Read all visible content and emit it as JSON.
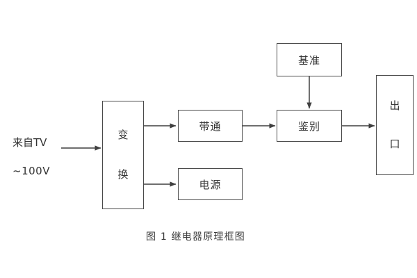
{
  "figure": {
    "caption": "图 1  继电器原理框图",
    "background_color": "#ffffff",
    "line_color": "#3f3f3f",
    "box_border_color": "#4a4a4a",
    "text_color": "#333333"
  },
  "input": {
    "line1": "来自TV",
    "line2": "~100V"
  },
  "blocks": {
    "convert": {
      "label": "变换",
      "char1": "变",
      "char2": "换"
    },
    "bandpass": {
      "label": "带通"
    },
    "power": {
      "label": "电源"
    },
    "reference": {
      "label": "基准"
    },
    "discriminate": {
      "label": "鉴别"
    },
    "output": {
      "label": "出口",
      "char1": "出",
      "char2": "口"
    }
  },
  "connections": [
    {
      "name": "input-to-convert",
      "from": "来自TV ~100V",
      "to": "变换"
    },
    {
      "name": "convert-to-bandpass",
      "from": "变换",
      "to": "带通"
    },
    {
      "name": "convert-to-power",
      "from": "变换",
      "to": "电源"
    },
    {
      "name": "bandpass-to-discriminate",
      "from": "带通",
      "to": "鉴别"
    },
    {
      "name": "reference-to-discriminate",
      "from": "基准",
      "to": "鉴别"
    },
    {
      "name": "discriminate-to-output",
      "from": "鉴别",
      "to": "出口"
    }
  ]
}
